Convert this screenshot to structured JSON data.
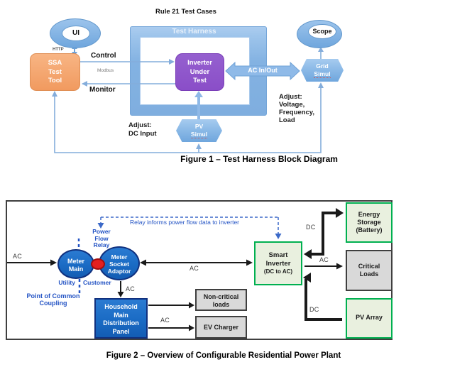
{
  "figure1": {
    "title": "Rule 21 Test Cases",
    "caption": "Figure 1 – Test Harness Block Diagram",
    "harness_label": "Test Harness",
    "ui": "UI",
    "http": "HTTP",
    "scope": "Scope",
    "ssa": [
      "SSA",
      "Test",
      "Tool"
    ],
    "inverter": [
      "Inverter",
      "Under",
      "Test"
    ],
    "pv_simul": [
      "PV",
      "Simul"
    ],
    "grid_simul": [
      "Grid",
      "Simul"
    ],
    "control": "Control",
    "modbus": "Modbus",
    "monitor": "Monitor",
    "ac_inout": "AC In/Out",
    "adjust_dc": [
      "Adjust:",
      "DC Input"
    ],
    "adjust_grid": [
      "Adjust:",
      "Voltage,",
      "Frequency,",
      "Load"
    ]
  },
  "figure2": {
    "caption": "Figure 2 – Overview of Configurable Residential Power Plant",
    "relay_note": "Relay informs power flow data to inverter",
    "power_flow_relay": [
      "Power",
      "Flow",
      "Relay"
    ],
    "meter_main": [
      "Meter",
      "Main"
    ],
    "meter_socket_adaptor": [
      "Meter",
      "Socket",
      "Adaptor"
    ],
    "utility": "Utility",
    "customer": "Customer",
    "pcc": [
      "Point of Common",
      "Coupling"
    ],
    "household_panel": [
      "Household",
      "Main",
      "Distribution",
      "Panel"
    ],
    "smart_inverter": [
      "Smart",
      "Inverter",
      "(DC to AC)"
    ],
    "energy_storage": [
      "Energy",
      "Storage",
      "(Battery)"
    ],
    "critical_loads": [
      "Critical",
      "Loads"
    ],
    "pv_array": "PV Array",
    "non_critical_loads": [
      "Non-critical",
      "loads"
    ],
    "ev_charger": "EV Charger",
    "labels": {
      "ac_in": "AC",
      "ac_grid": "AC",
      "ac_panel": "AC",
      "ac_ev": "AC",
      "dc_battery": "DC",
      "ac_critical": "AC",
      "dc_pv": "DC"
    }
  },
  "colors": {
    "fig1_line_blue": "#84ADDB",
    "frame_blue": "#89B8E6",
    "inverter_purple": "#8A4EC8",
    "ssa_orange": "#F5A771",
    "node_blue": "#7FB2E2",
    "fig2_blue": "#1A6BC4",
    "fig2_navy_border": "#10307E",
    "green_border": "#00B050",
    "green_fill": "#E9F0DF",
    "gray_fill": "#D9D9D9",
    "blue_text": "#2353C4",
    "relay_dash_blue": "#3B69C8",
    "red_dot": "#E32020",
    "black_line": "#1A1A1A"
  }
}
